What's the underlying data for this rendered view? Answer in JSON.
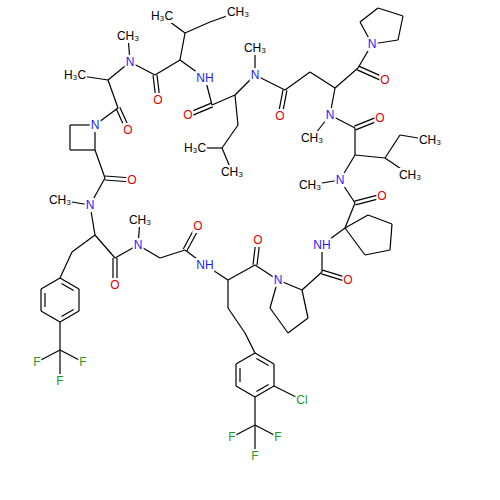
{
  "diagram": {
    "labels": [
      "CH₃",
      "H₃C",
      "CH₃",
      "N",
      "CH₃",
      "N",
      "N",
      "NH",
      "H₃C",
      "O",
      "O",
      "O",
      "N",
      "O",
      "O",
      "N",
      "O",
      "CH₃",
      "CH₃",
      "H₃C",
      "CH₃",
      "CH₃",
      "O",
      "N",
      "CH₃",
      "O",
      "CH₃",
      "N",
      "CH₃",
      "O",
      "O",
      "NH",
      "N",
      "NH",
      "N",
      "O",
      "O",
      "Cl",
      "F",
      "F",
      "F",
      "F",
      "F",
      "F"
    ]
  }
}
